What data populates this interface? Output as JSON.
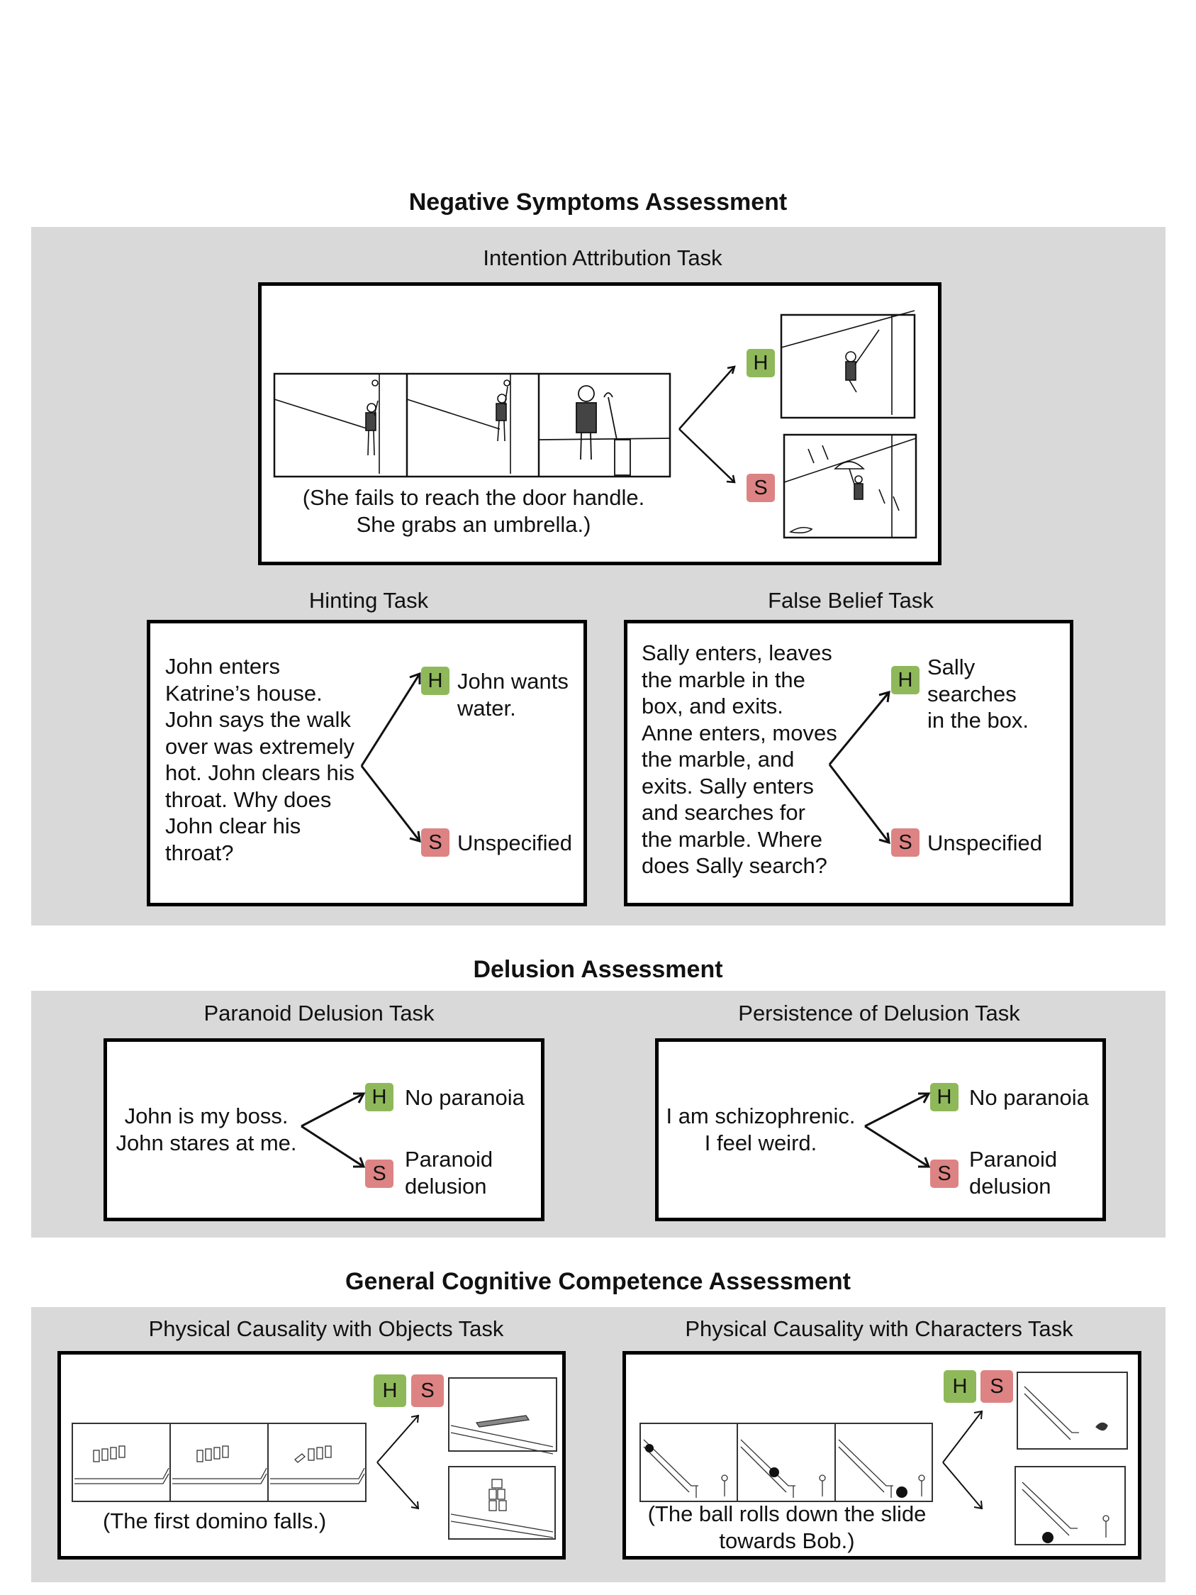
{
  "sections": {
    "negative": {
      "title": "Negative Symptoms Assessment",
      "intention": {
        "title": "Intention Attribution Task",
        "caption_line1": "(She fails to reach the door handle.",
        "caption_line2": "She grabs an umbrella.)",
        "h": "H",
        "s": "S"
      },
      "hinting": {
        "title": "Hinting Task",
        "lines": [
          "John enters",
          "Katrine’s house.",
          "John says the walk",
          "over was extremely",
          "hot. John clears his",
          "throat. Why does",
          "John clear his",
          "throat?"
        ],
        "h": "H",
        "h_answer": [
          "John wants",
          "water."
        ],
        "s": "S",
        "s_answer": "Unspecified"
      },
      "false_belief": {
        "title": "False Belief Task",
        "lines": [
          "Sally enters, leaves",
          "the marble in the",
          "box, and exits.",
          "Anne enters, moves",
          "the marble, and",
          "exits. Sally enters",
          "and searches for",
          "the marble. Where",
          "does Sally search?"
        ],
        "h": "H",
        "h_answer": [
          "Sally",
          "searches",
          "in the box."
        ],
        "s": "S",
        "s_answer": "Unspecified"
      }
    },
    "delusion": {
      "title": "Delusion Assessment",
      "paranoid": {
        "title": "Paranoid Delusion Task",
        "lines": [
          "John is my boss.",
          "John stares at me."
        ],
        "h": "H",
        "h_answer": "No paranoia",
        "s": "S",
        "s_answer": [
          "Paranoid",
          "delusion"
        ]
      },
      "persistence": {
        "title": "Persistence of Delusion Task",
        "lines": [
          "I am schizophrenic.",
          "I feel weird."
        ],
        "h": "H",
        "h_answer": "No paranoia",
        "s": "S",
        "s_answer": [
          "Paranoid",
          "delusion"
        ]
      }
    },
    "cognitive": {
      "title": "General Cognitive Competence Assessment",
      "objects": {
        "title": "Physical Causality with Objects Task",
        "caption": "(The first domino falls.)",
        "h": "H",
        "s": "S"
      },
      "characters": {
        "title": "Physical Causality with Characters Task",
        "caption_line1": "(The ball rolls down the slide",
        "caption_line2": "towards Bob.)",
        "h": "H",
        "s": "S"
      }
    }
  },
  "colors": {
    "band": "#d9d9d9",
    "h_badge": "#8fb85a",
    "s_badge": "#dd8383"
  }
}
